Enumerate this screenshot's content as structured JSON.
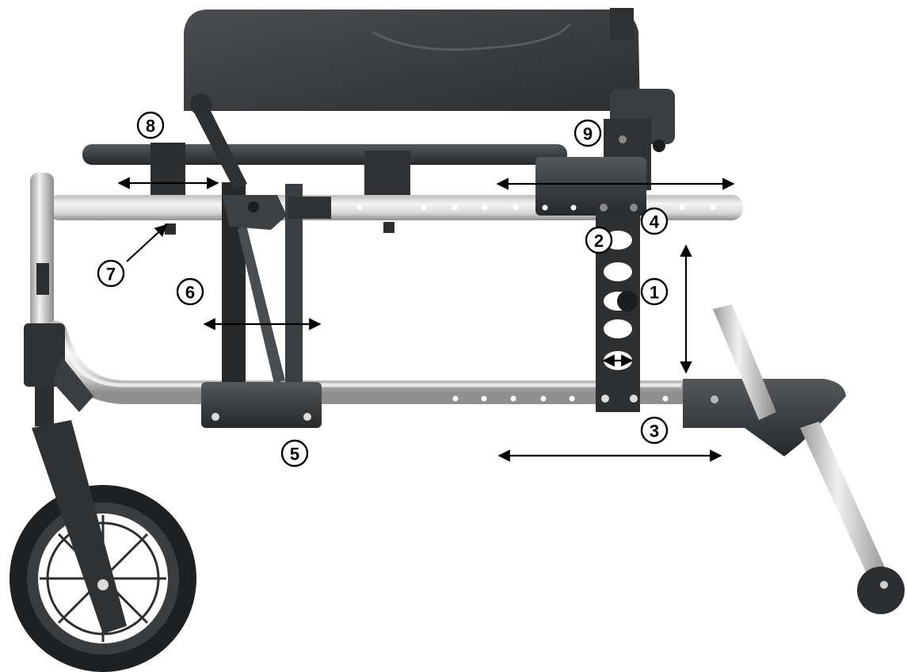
{
  "figure": {
    "subject": "wheelchair frame adjustment points",
    "colors": {
      "tube_light": "#e6e6e6",
      "tube_shadow": "#9c9c9c",
      "component_dark": "#2f3133",
      "component_mid": "#45484b",
      "backrest": "#3a3c3e",
      "arrow": "#000000",
      "callout_border": "#000000"
    }
  },
  "callouts": [
    {
      "id": "1",
      "label": "1"
    },
    {
      "id": "2",
      "label": "2"
    },
    {
      "id": "3",
      "label": "3"
    },
    {
      "id": "4",
      "label": "4"
    },
    {
      "id": "5",
      "label": "5"
    },
    {
      "id": "6",
      "label": "6"
    },
    {
      "id": "7",
      "label": "7"
    },
    {
      "id": "8",
      "label": "8"
    },
    {
      "id": "9",
      "label": "9"
    }
  ]
}
